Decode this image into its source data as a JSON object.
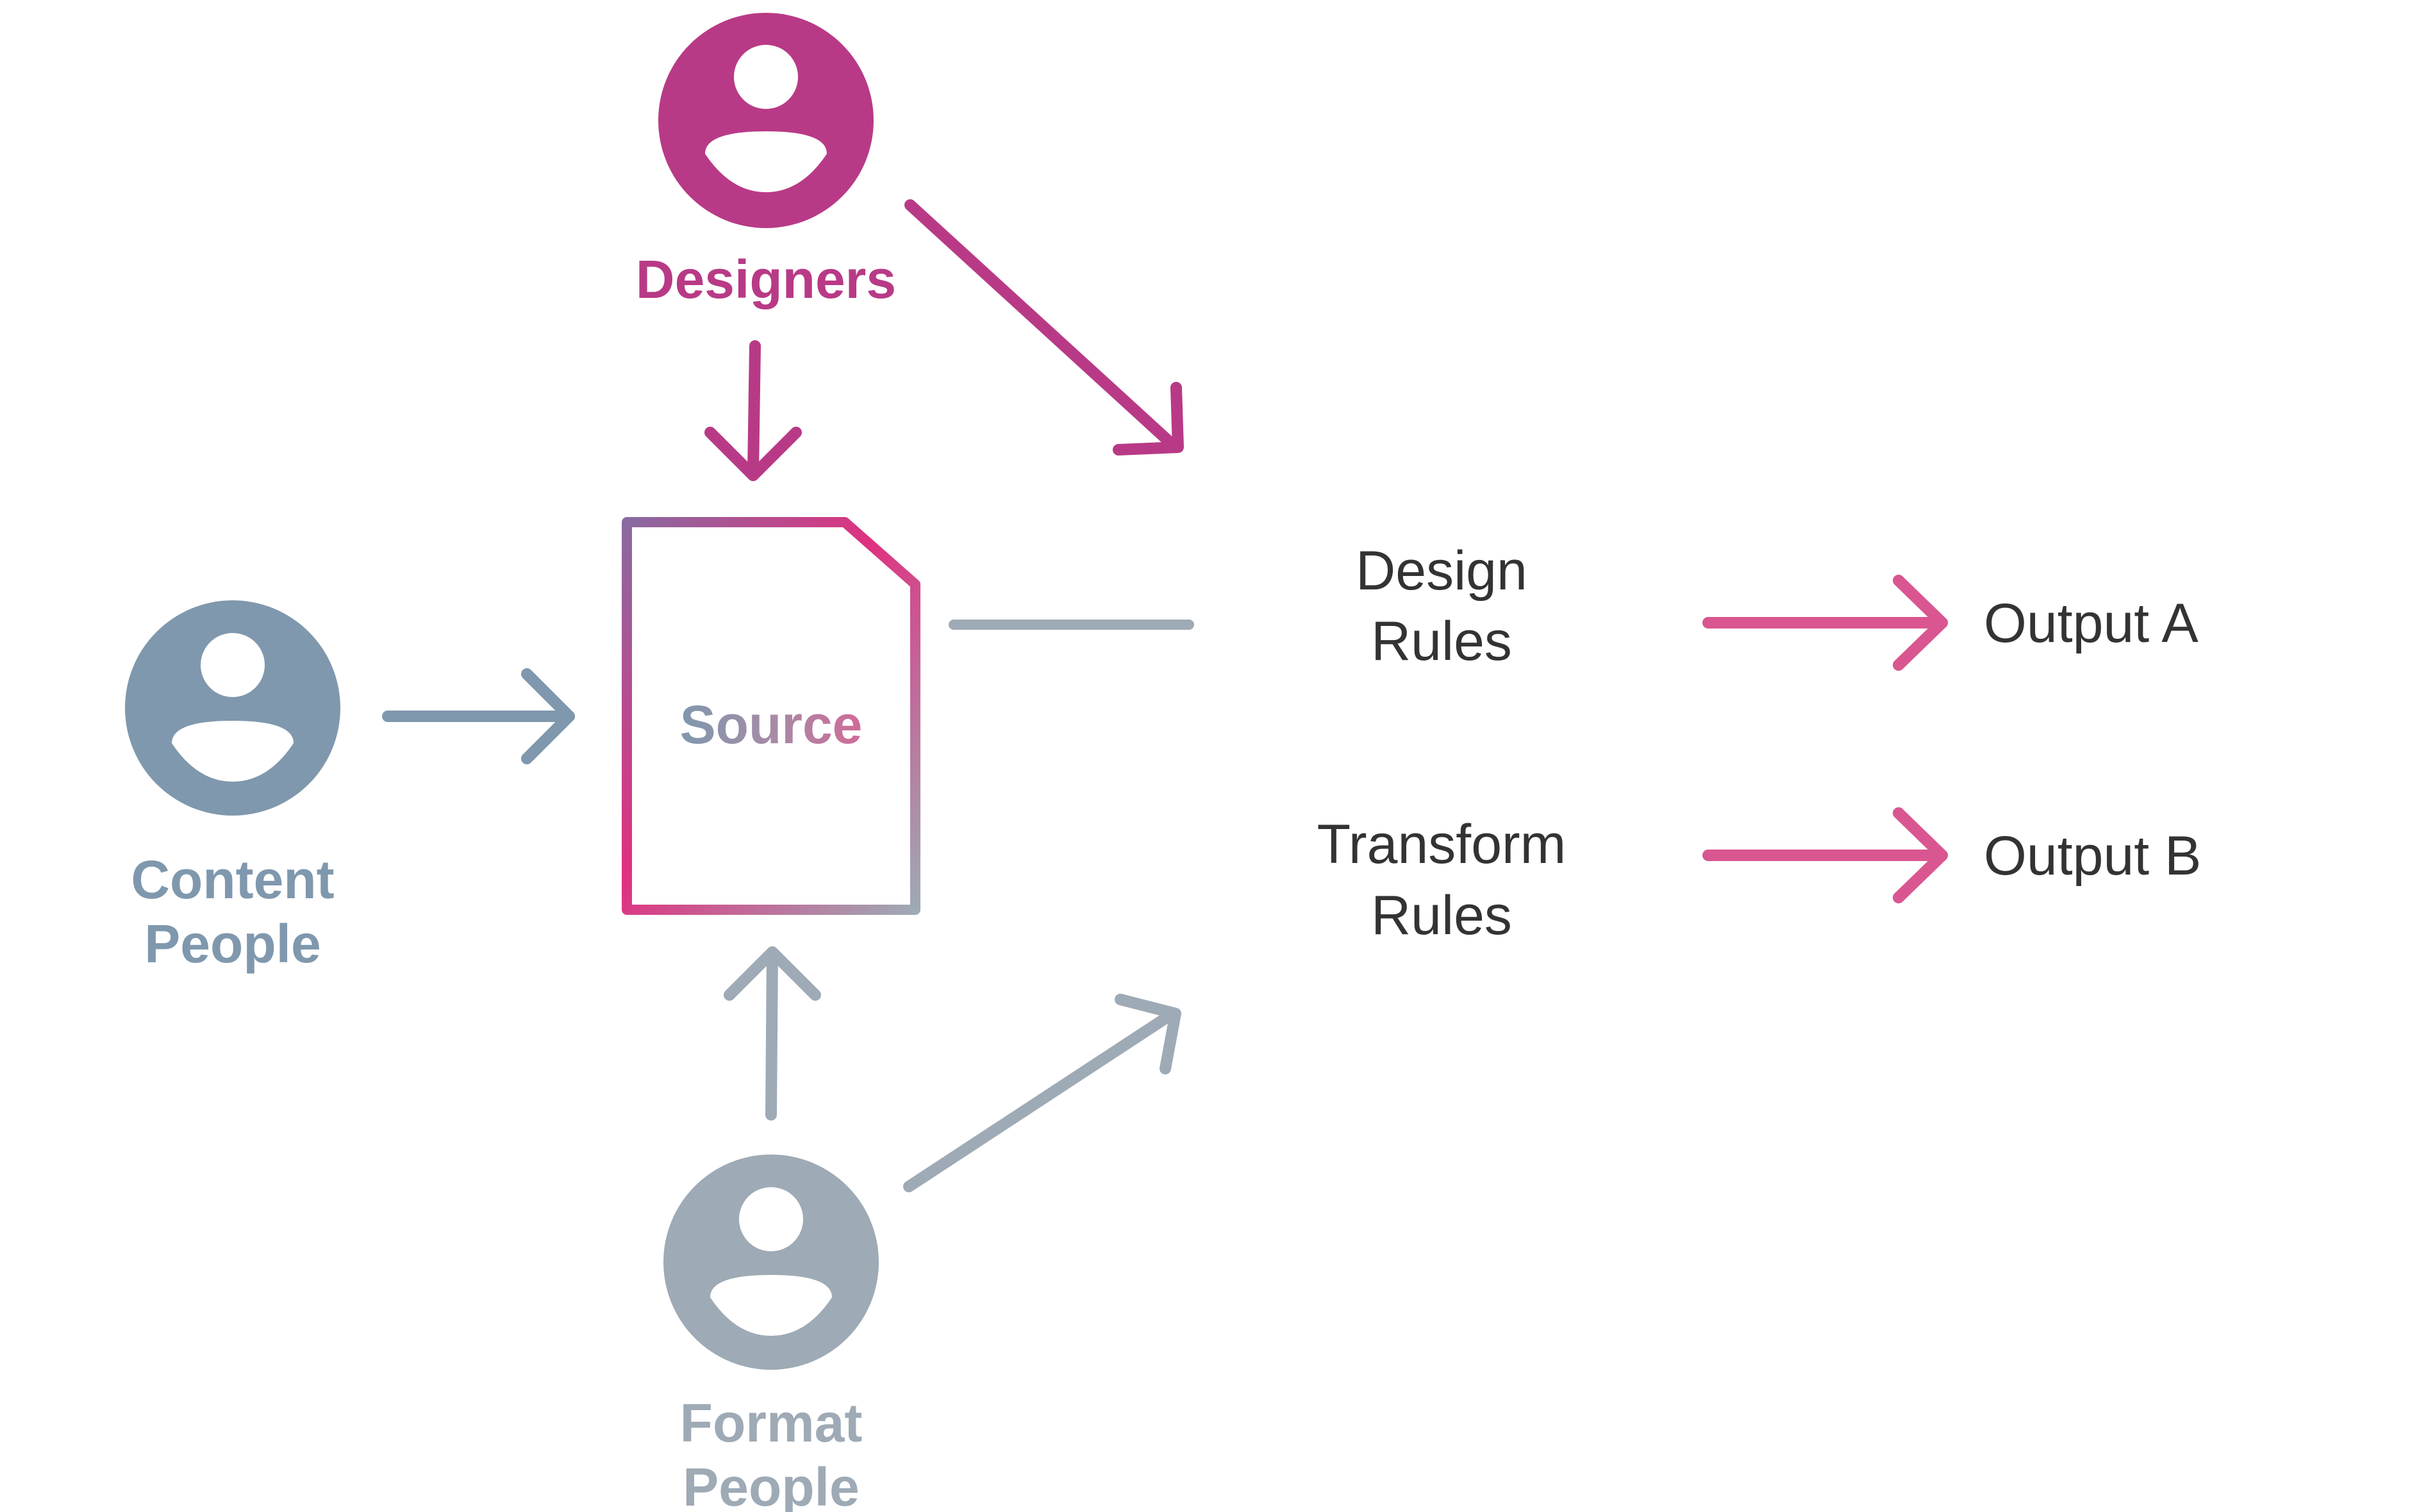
{
  "colors": {
    "designers": "#b83a86",
    "content": "#7f98ad",
    "format": "#9eaab5",
    "pink": "#e0307f",
    "pink_soft": "#d95690",
    "steel": "#7088a8",
    "teal": "#9ec3c7",
    "purple": "#8a6aa0",
    "text_dark": "#333333",
    "white": "#ffffff"
  },
  "people": {
    "designers": {
      "icon": "person-icon",
      "label": "Designers"
    },
    "content": {
      "icon": "person-icon",
      "line1": "Content",
      "line2": "People"
    },
    "format": {
      "icon": "person-icon",
      "line1": "Format",
      "line2": "People"
    }
  },
  "source": {
    "label": "Source",
    "icon": "document-icon"
  },
  "rules": {
    "design": {
      "line1": "Design",
      "line2": "Rules"
    },
    "transform": {
      "line1": "Transform",
      "line2": "Rules"
    }
  },
  "outputs": {
    "a": "Output A",
    "b": "Output B"
  }
}
